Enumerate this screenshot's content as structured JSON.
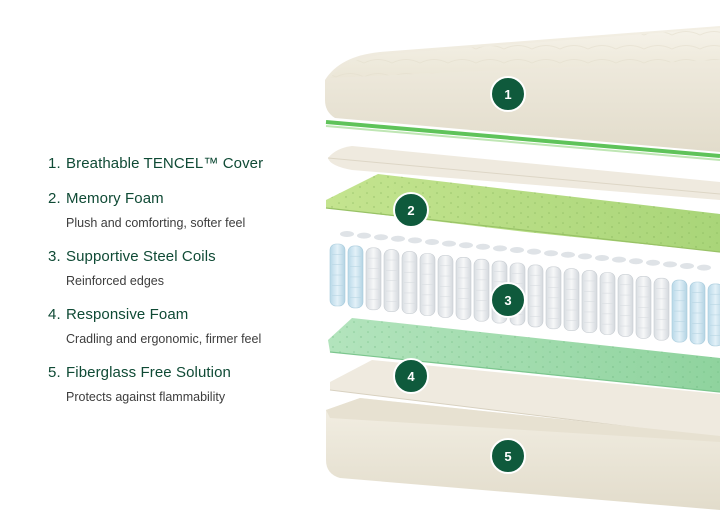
{
  "legend": {
    "items": [
      {
        "number": "1.",
        "title": "Breathable TENCEL™ Cover",
        "subtitle": ""
      },
      {
        "number": "2.",
        "title": "Memory Foam",
        "subtitle": "Plush and comforting, softer feel"
      },
      {
        "number": "3.",
        "title": "Supportive Steel Coils",
        "subtitle": "Reinforced edges"
      },
      {
        "number": "4.",
        "title": "Responsive Foam",
        "subtitle": "Cradling and ergonomic, firmer feel"
      },
      {
        "number": "5.",
        "title": "Fiberglass Free Solution",
        "subtitle": "Protects against flammability"
      }
    ]
  },
  "illustration": {
    "badges": [
      "1",
      "2",
      "3",
      "4",
      "5"
    ]
  },
  "colors": {
    "badge": "#0f5a3c",
    "title_text": "#0f4a35",
    "cover": "#efeadc",
    "memory_foam": "#b4dc82",
    "responsive_foam": "#9edcaa",
    "coil": "#e9ebee",
    "coil_edge": "#c9e3ef",
    "green_stripe": "#5fc35a"
  }
}
